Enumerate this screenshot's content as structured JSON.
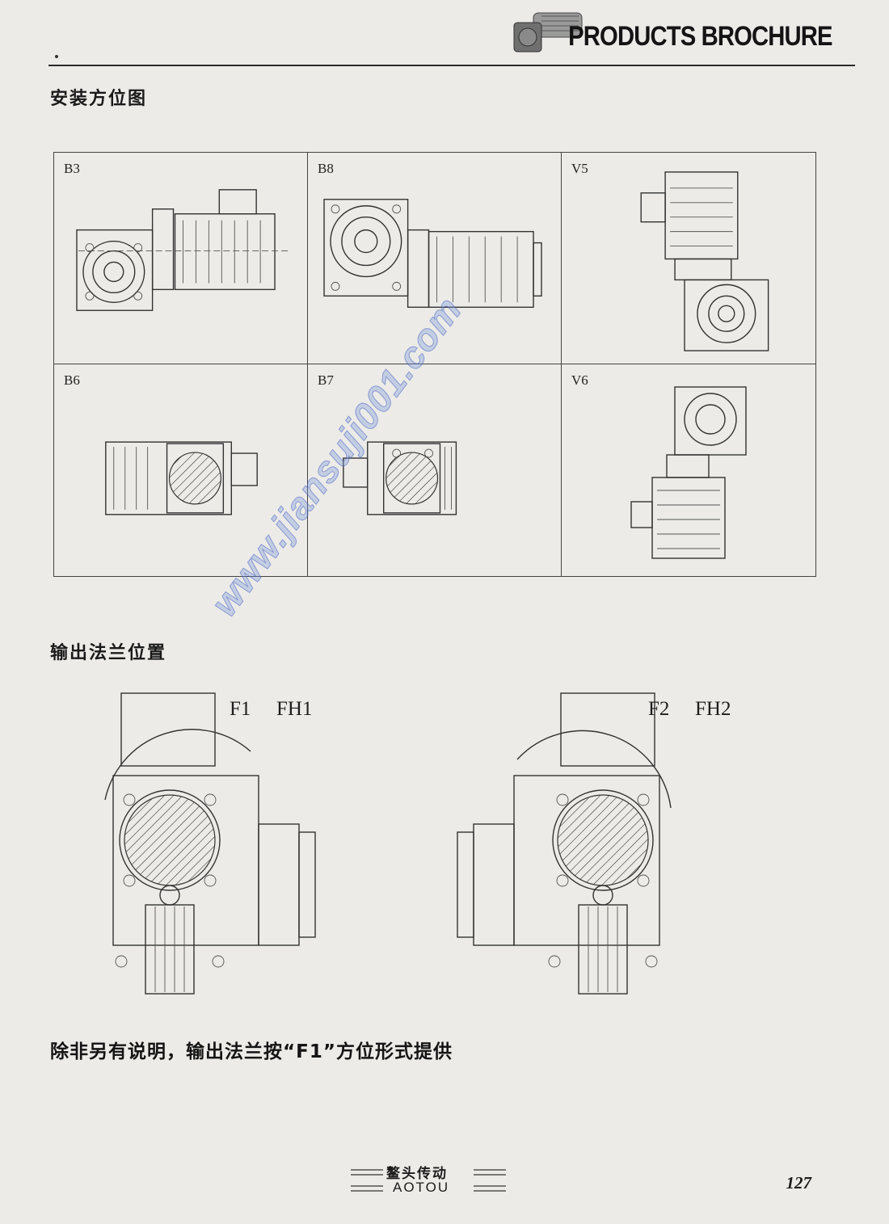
{
  "header": {
    "brochure_title": "PRODUCTS BROCHURE",
    "logo_icon": "gear-motor-icon"
  },
  "mounting_section": {
    "title": "安装方位图",
    "positions": [
      {
        "label": "B3"
      },
      {
        "label": "B8"
      },
      {
        "label": "V5"
      },
      {
        "label": "B6"
      },
      {
        "label": "B7"
      },
      {
        "label": "V6"
      }
    ]
  },
  "flange_section": {
    "title": "输出法兰位置",
    "left": {
      "label_a": "F1",
      "label_b": "FH1"
    },
    "right": {
      "label_a": "F2",
      "label_b": "FH2"
    }
  },
  "note": "除非另有说明，输出法兰按“F1”方位形式提供",
  "footer": {
    "brand_cn": "鳌头传动",
    "brand_en": "AOTOU",
    "page_number": "127"
  },
  "watermark": "www.jiansuji001.com"
}
